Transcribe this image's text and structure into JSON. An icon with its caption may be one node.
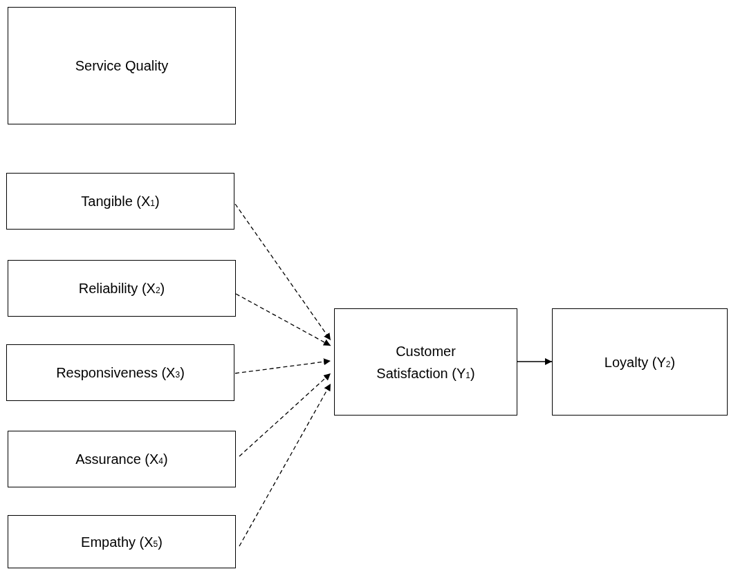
{
  "diagram": {
    "nodes": [
      {
        "text": [
          "Service Quality"
        ]
      },
      {
        "text": [
          "Tangible (X$_{1}$)"
        ]
      },
      {
        "text": [
          "Reliability (X$_{2}$)"
        ]
      },
      {
        "text": [
          "Responsiveness (X$_{3}$)"
        ]
      },
      {
        "text": [
          "Assurance (X$_{4}$)"
        ]
      },
      {
        "text": [
          "Empathy (X$_{5}$)"
        ]
      },
      {
        "text": [
          "Customer Satisfaction (Y$_{1}$)"
        ]
      },
      {
        "text": [
          "Loyalty (Y$_{2}$)"
        ]
      }
    ],
    "edges": [
      {
        "from": 1,
        "to": 6,
        "arrow": "to",
        "style": "dashed"
      },
      {
        "from": 2,
        "to": 6,
        "arrow": "to",
        "style": "dashed"
      },
      {
        "from": 3,
        "to": 6,
        "arrow": "to",
        "style": "dashed"
      },
      {
        "from": 4,
        "to": 6,
        "arrow": "to",
        "style": "dashed"
      },
      {
        "from": 5,
        "to": 6,
        "arrow": "to",
        "style": "dashed"
      },
      {
        "from": 6,
        "to": 7,
        "arrow": "to"
      }
    ]
  }
}
